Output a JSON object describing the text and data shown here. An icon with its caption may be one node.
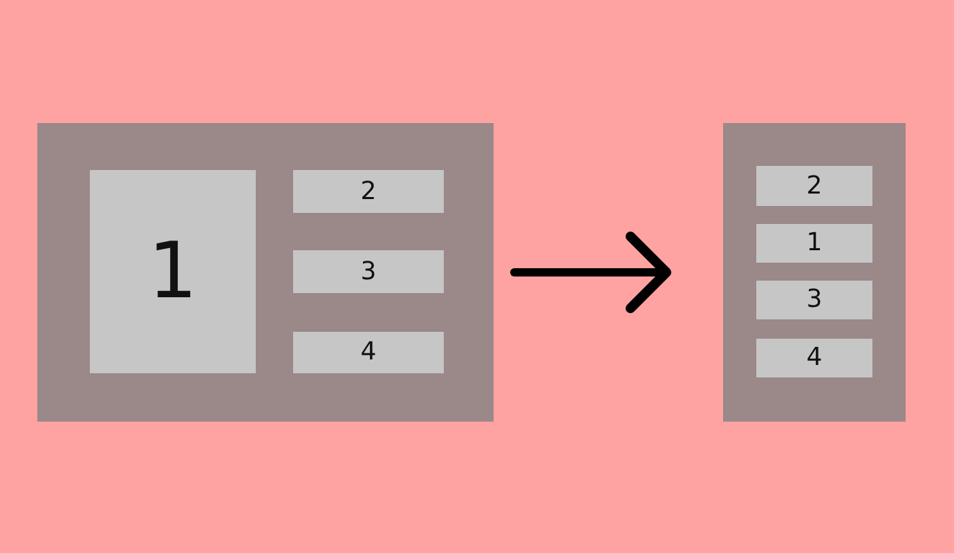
{
  "diagram": {
    "nodes": [
      {
        "text": [],
        "shape": "box"
      },
      {
        "text": [
          "1"
        ],
        "in": 0
      },
      {
        "text": [
          "2"
        ],
        "in": 0
      },
      {
        "text": [
          "3"
        ],
        "in": 0
      },
      {
        "text": [
          "4"
        ],
        "in": 0
      },
      {
        "text": [],
        "shape": "box"
      },
      {
        "text": [
          "2"
        ],
        "in": 5
      },
      {
        "text": [
          "1"
        ],
        "in": 5
      },
      {
        "text": [
          "3"
        ],
        "in": 5
      },
      {
        "text": [
          "4"
        ],
        "in": 5
      }
    ],
    "edges": [
      {
        "from": 0,
        "to": 5,
        "arrow": "to"
      }
    ]
  }
}
